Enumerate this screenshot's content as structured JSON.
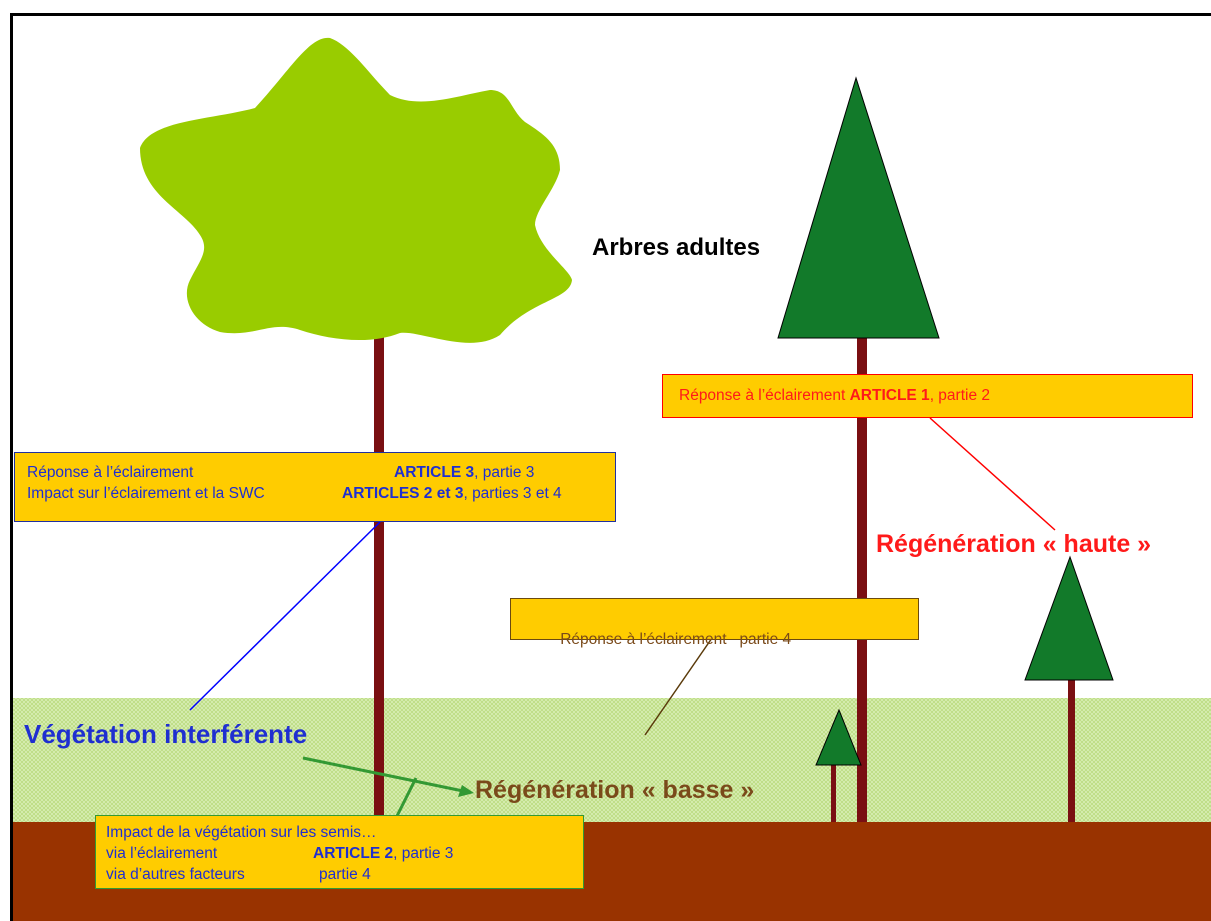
{
  "colors": {
    "soil": "#993300",
    "trunk": "#7a0f12",
    "conifer": "#127a2a",
    "broadleaf": "#99cc00",
    "undergrowth": "#cfe7a8",
    "box_fill": "#ffcc00",
    "blue_text": "#1f2fd0",
    "red_text": "#ff1a1a",
    "brown_text": "#7a4a1a"
  },
  "labels": {
    "adult_trees": "Arbres adultes",
    "high_regen": "Régénération « haute »",
    "interfering_veg": "Végétation interférente",
    "low_regen": "Régénération « basse »"
  },
  "box_red": {
    "prefix": "Réponse à l’éclairement ",
    "article": "ARTICLE 1",
    "suffix": ", partie 2"
  },
  "box_blue": {
    "line1_prefix": "Réponse à l’éclairement",
    "line1_article": "ARTICLE 3",
    "line1_suffix": ", partie 3",
    "line2_prefix": "Impact sur l’éclairement et la SWC",
    "line2_article": "ARTICLES 2 et 3",
    "line2_suffix": ", parties 3 et 4"
  },
  "box_brown": {
    "text": "Réponse à l’éclairement   partie 4"
  },
  "box_green": {
    "line1": "Impact de la végétation sur les semis…",
    "line2_prefix": "via l’éclairement",
    "line2_article": "ARTICLE 2",
    "line2_suffix": ", partie 3",
    "line3_prefix": "via d’autres facteurs",
    "line3_suffix": "partie 4"
  }
}
